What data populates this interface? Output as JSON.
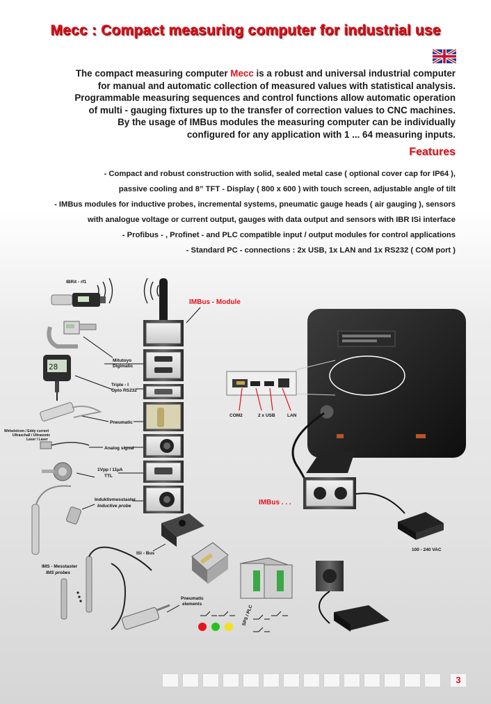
{
  "header": {
    "title": "Mecc :  Compact measuring computer for industrial use",
    "language_flag": "uk-flag-icon"
  },
  "intro": {
    "line1_pre": "The compact measuring computer ",
    "brand": "Mecc",
    "line1_post": " is a robust and universal industrial computer",
    "lines": [
      "for manual and automatic collection of measured values with statistical analysis.",
      "Programmable measuring sequences and control functions allow automatic operation",
      "of multi - gauging fixtures up to the transfer of correction values to CNC machines.",
      "By the usage of IMBus modules the measuring computer can be individually",
      "configured for any application with 1 ... 64 measuring inputs."
    ]
  },
  "features": {
    "title": "Features",
    "lines": [
      "- Compact and robust construction with solid, sealed metal case ( optional cover cap for IP64 ),",
      "passive cooling and 8” TFT - Display ( 800 x 600 ) with touch screen, adjustable angle of tilt",
      "- IMBus modules for inductive probes, incremental systems, pneumatic gauge heads ( air gauging ), sensors",
      "with analogue voltage or current output, gauges with data output and sensors with IBR ISi interface",
      "- Profibus - , Profinet - and PLC compatible input / output modules for control applications",
      "- Standard PC - connections :   2x USB, 1x LAN and 1x RS232 ( COM port )"
    ]
  },
  "diagram": {
    "ibrit": "IBRit - rf1",
    "imbus_module": "IMBus - Module",
    "mitutoyo": "Mitutoyo",
    "digimatic": "Digimatic",
    "triple": "Triple - I",
    "opto": "Opto RS232",
    "pneumatic": "Pneumatic",
    "eddy1": "Wirbelstrom / Eddy current",
    "eddy2": "Ultraschall / Ultrasonic",
    "eddy3": "Laser / Laser",
    "analog": "Analog signal",
    "vpp": "1Vpp / 11µA",
    "ttl": "TTL",
    "induktiv_de": "Induktivmesstaster",
    "induktiv_en": "Inductive probe",
    "com2": "COM2",
    "usb": "2 x USB",
    "lan": "LAN",
    "imbus_dots": "IMBus . . .",
    "power": "100 - 240 VAC",
    "isi_bus": "ISi - Bus",
    "ims_de": "IMS - Messtaster",
    "ims_en": "IMS probes",
    "pneu_el1": "Pneumatic",
    "pneu_el2": "elements",
    "sps": "SPS / PLC"
  },
  "colors": {
    "accent": "#e0121b",
    "signal_red": "#e8141c",
    "signal_green": "#27c21f",
    "signal_yellow": "#f2e21a"
  },
  "footer": {
    "page_number": "3"
  }
}
